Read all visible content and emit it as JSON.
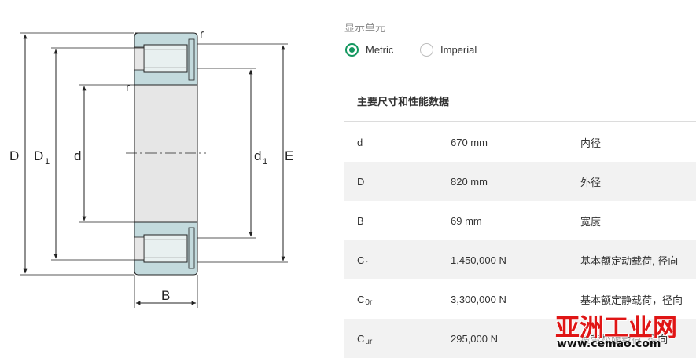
{
  "drawing": {
    "labels": {
      "D": "D",
      "D1": "D",
      "D1_sub": "1",
      "d": "d",
      "d1": "d",
      "d1_sub": "1",
      "E": "E",
      "B": "B",
      "r_top": "r",
      "r_mid": "r"
    },
    "colors": {
      "ring": "#c3dadd",
      "roller": "#e8f0f0",
      "bore": "#e6e6e6",
      "line": "#222222"
    }
  },
  "units": {
    "label": "显示单元",
    "options": [
      {
        "label": "Metric",
        "checked": true
      },
      {
        "label": "Imperial",
        "checked": false
      }
    ]
  },
  "section": {
    "title": "主要尺寸和性能数据"
  },
  "rows": [
    {
      "sym": "d",
      "sub": "",
      "value": "670 mm",
      "desc": "内径"
    },
    {
      "sym": "D",
      "sub": "",
      "value": "820 mm",
      "desc": "外径"
    },
    {
      "sym": "B",
      "sub": "",
      "value": "69 mm",
      "desc": "宽度"
    },
    {
      "sym": "C",
      "sub": "r",
      "value": "1,450,000 N",
      "desc": "基本额定动载荷, 径向"
    },
    {
      "sym": "C",
      "sub": "0r",
      "value": "3,300,000 N",
      "desc": "基本额定静载荷，径向"
    },
    {
      "sym": "C",
      "sub": "ur",
      "value": "295,000 N",
      "desc": "疲劳极限载荷, 径向"
    }
  ],
  "watermark": {
    "title": "亚洲工业网",
    "url": "www.cemao.com"
  },
  "accent": "#13975f"
}
